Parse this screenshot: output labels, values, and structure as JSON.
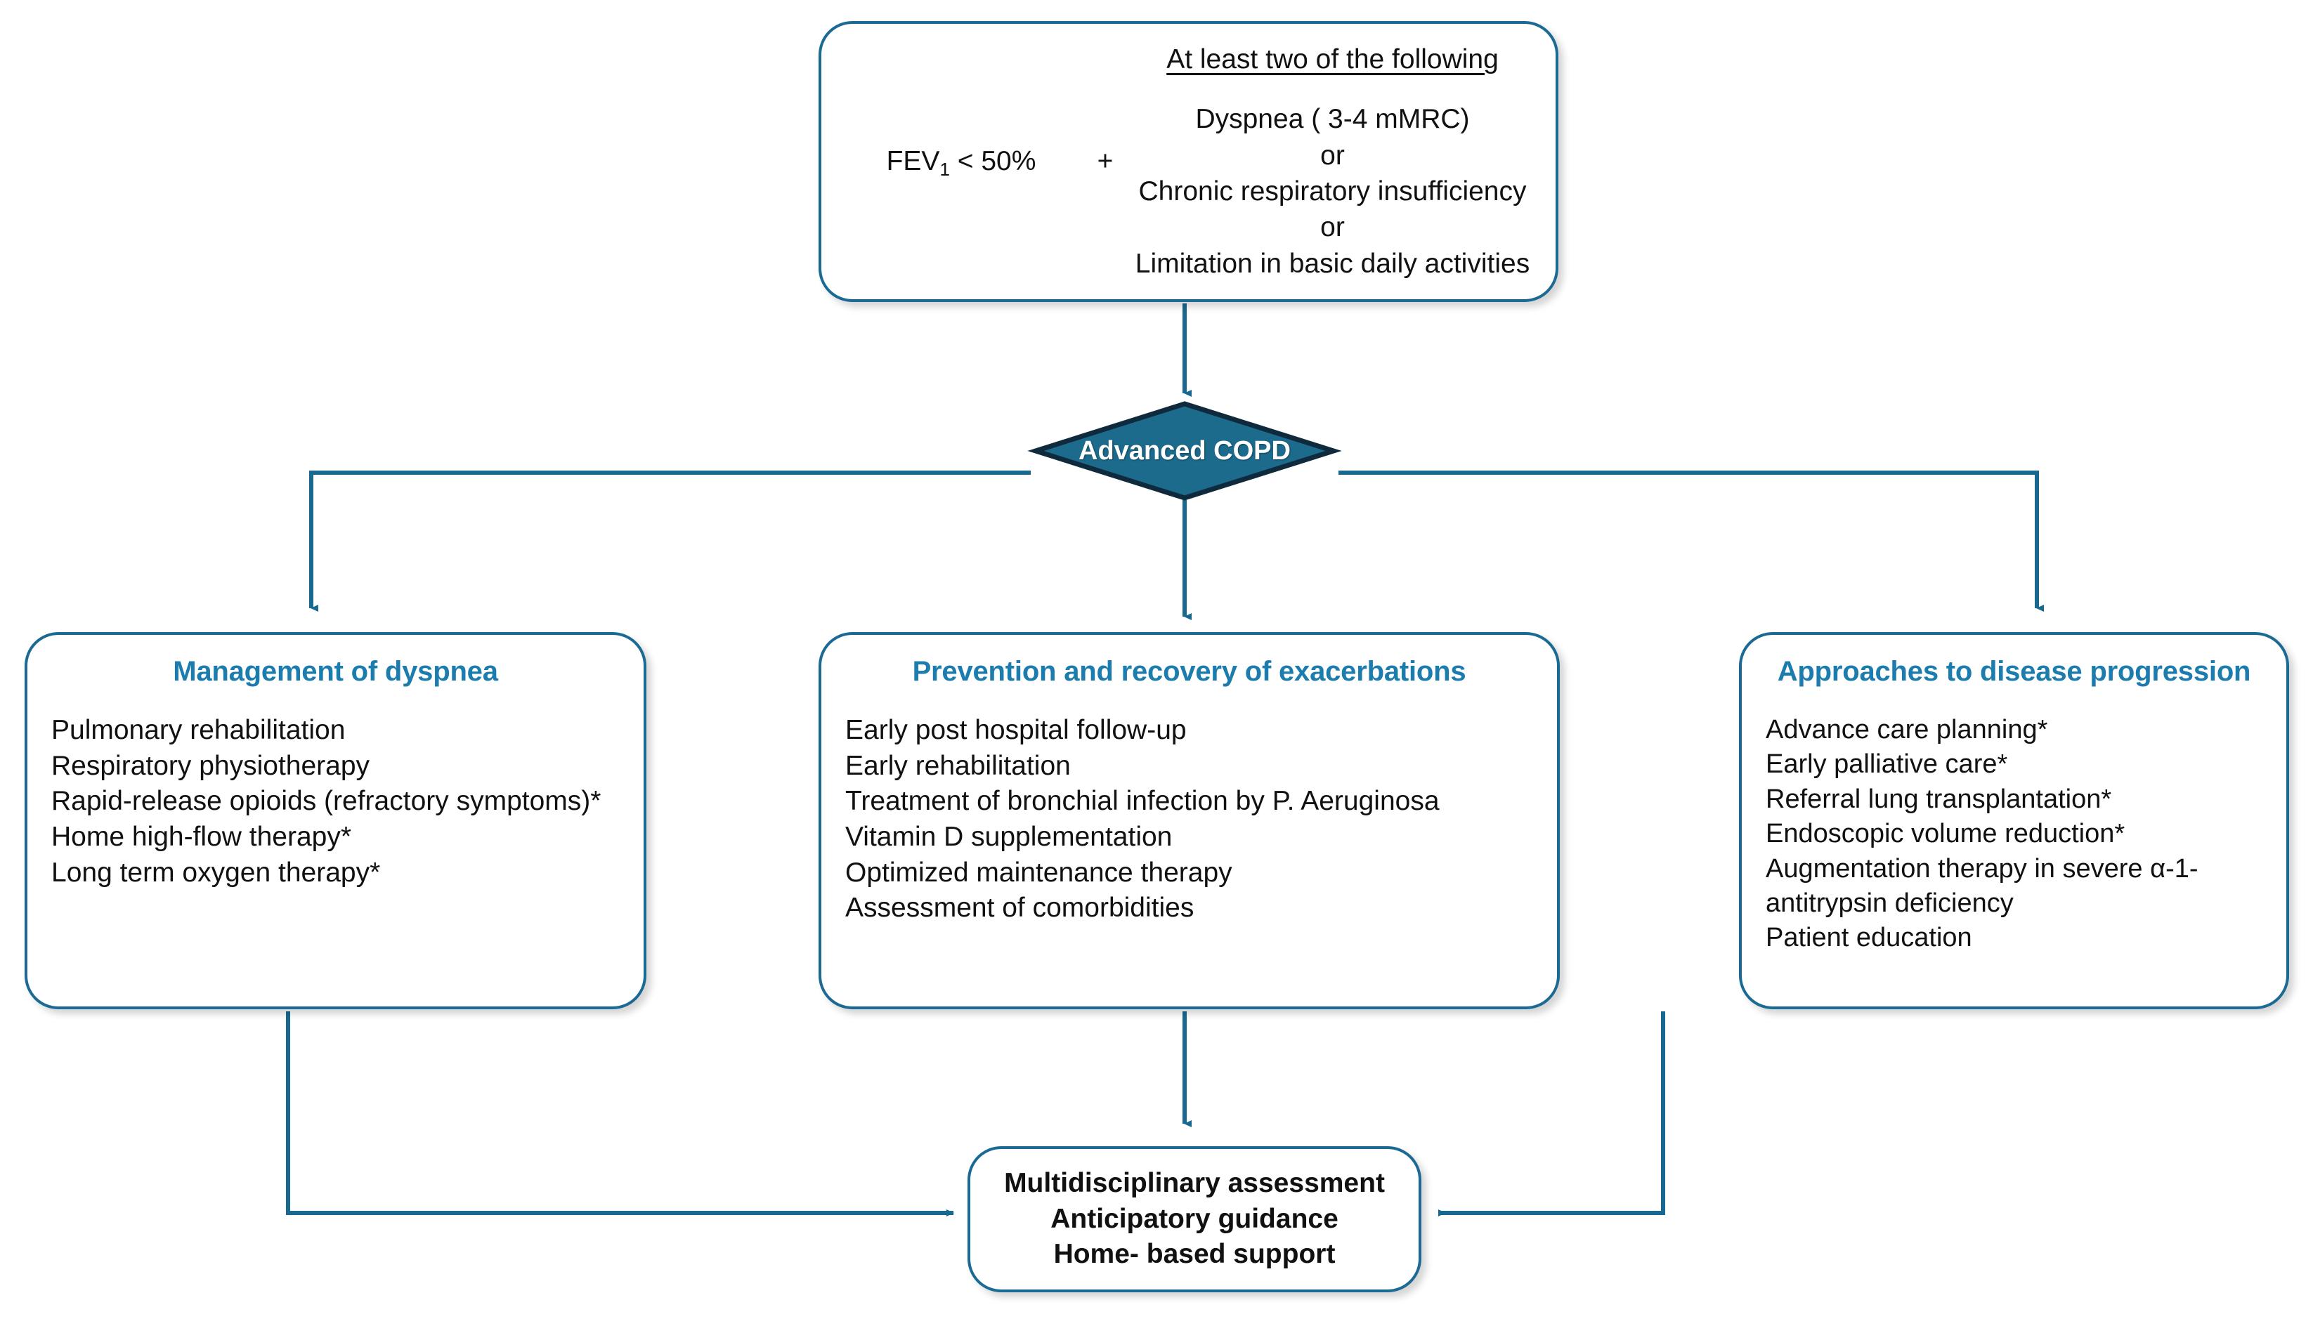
{
  "colors": {
    "border": "#1b6a94",
    "heading": "#1b7cad",
    "connector": "#19688f",
    "diamond_fill": "#1c6b8c",
    "diamond_stroke": "#0f2a3d",
    "text": "#111111",
    "background": "#ffffff"
  },
  "criteria_box": {
    "left_condition": "FEV",
    "left_subscript": "1",
    "left_condition_rest": " < 50%",
    "operator": "+",
    "heading": "At least two of the following",
    "options": [
      "Dyspnea ( 3-4 mMRC)",
      "or",
      "Chronic respiratory insufficiency",
      "or",
      "Limitation in basic daily activities"
    ]
  },
  "decision": {
    "label": "Advanced COPD"
  },
  "branches": [
    {
      "id": "management-of-dyspnea",
      "title": "Management of dyspnea",
      "items": [
        "Pulmonary rehabilitation",
        "Respiratory physiotherapy",
        "Rapid-release opioids (refractory symptoms)*",
        "Home high-flow therapy*",
        "Long term oxygen therapy*"
      ]
    },
    {
      "id": "prevention-and-recovery-of-exacerbations",
      "title": "Prevention and recovery of exacerbations",
      "items": [
        "Early post hospital follow-up",
        "Early rehabilitation",
        "Treatment of bronchial infection by P. Aeruginosa",
        "Vitamin D supplementation",
        "Optimized maintenance therapy",
        "Assessment of comorbidities"
      ]
    },
    {
      "id": "approaches-to-disease-progression",
      "title": "Approaches to disease progression",
      "items": [
        "Advance care planning*",
        "Early palliative care*",
        "Referral lung transplantation*",
        "Endoscopic volume reduction*",
        "Augmentation therapy in severe α-1-\nantitrypsin deficiency",
        "Patient education"
      ]
    }
  ],
  "outcome": {
    "lines": [
      "Multidisciplinary assessment",
      "Anticipatory guidance",
      "Home- based support"
    ]
  }
}
